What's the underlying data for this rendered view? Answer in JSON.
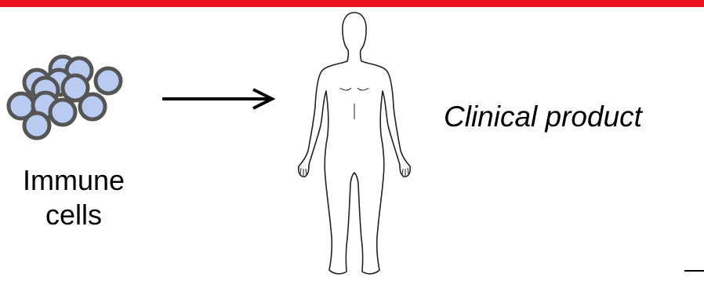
{
  "colors": {
    "accent_bar": "#e8131c",
    "cell_fill": "#b9cbf0",
    "cell_stroke": "#555555"
  },
  "icons": {
    "cells": "immune-cells-cluster-icon",
    "arrow": "right-arrow-icon",
    "person": "human-body-outline-icon"
  },
  "cells_label": {
    "line1": "Immune",
    "line2": "cells"
  },
  "product_label": "Clinical product"
}
